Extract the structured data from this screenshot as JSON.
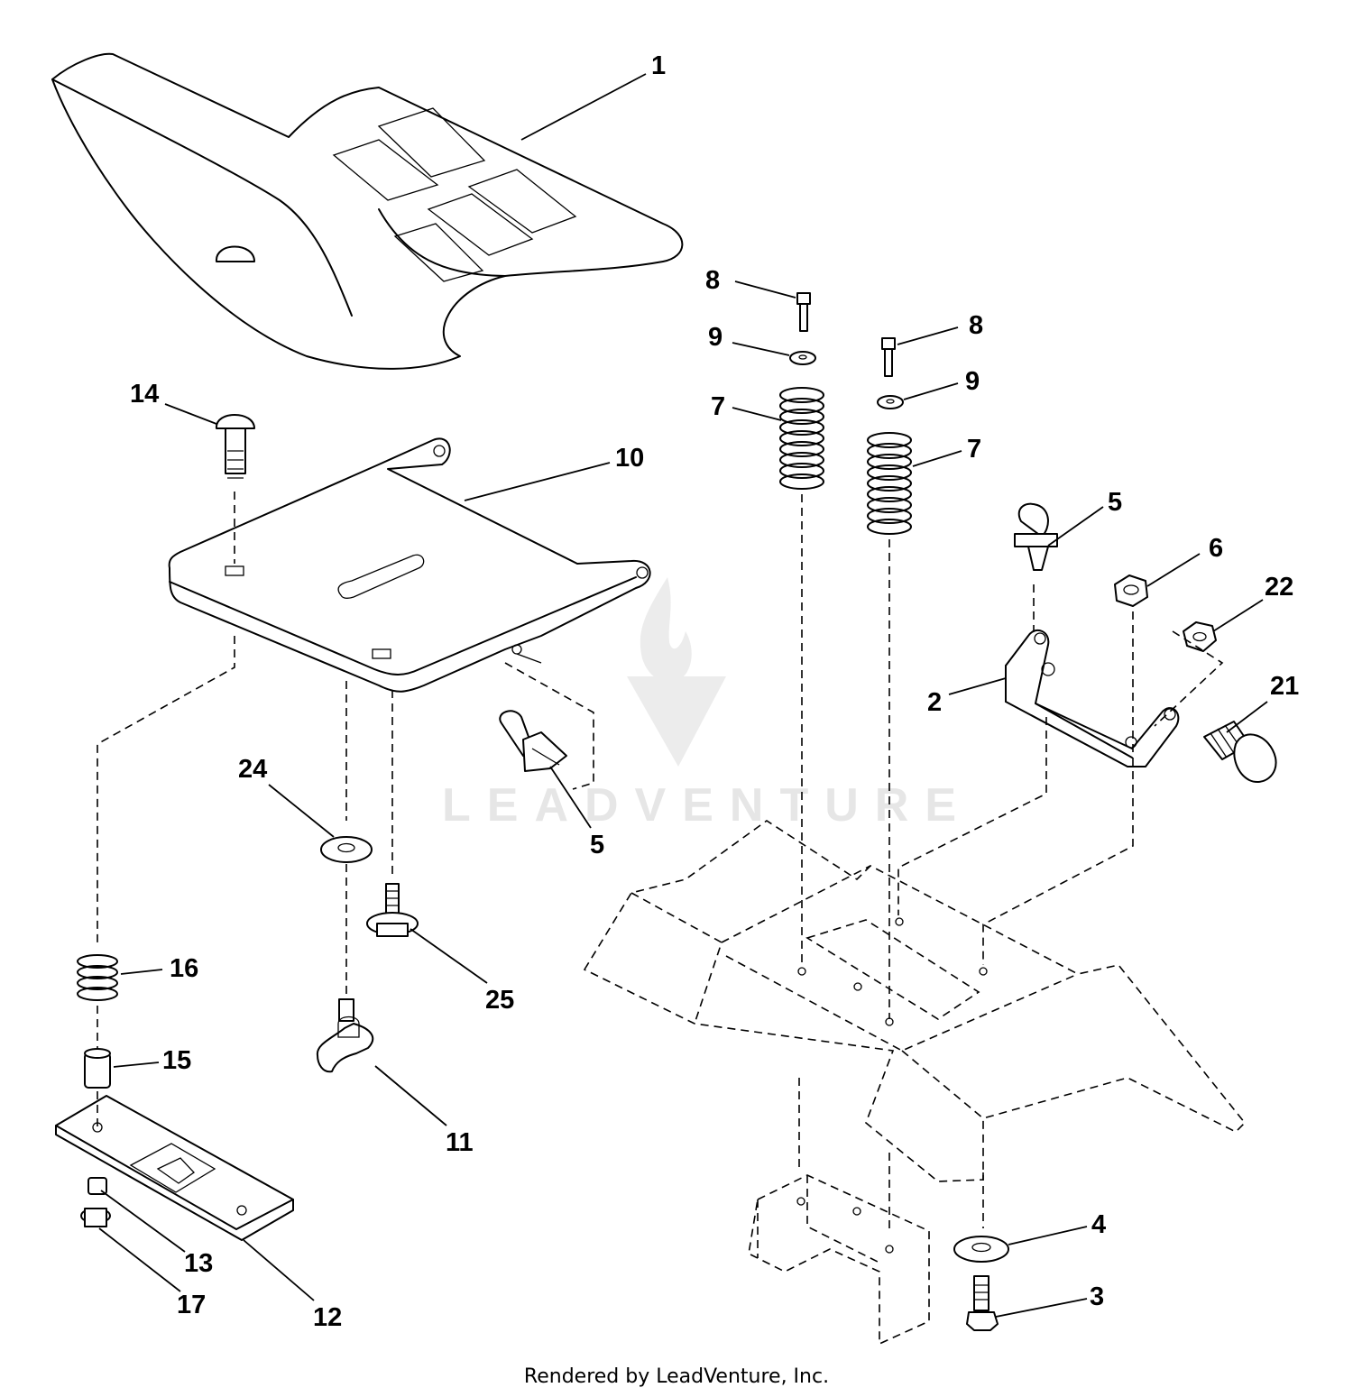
{
  "callouts": {
    "c1": "1",
    "c2": "2",
    "c3": "3",
    "c4": "4",
    "c5a": "5",
    "c5b": "5",
    "c6": "6",
    "c7a": "7",
    "c7b": "7",
    "c8a": "8",
    "c8b": "8",
    "c9a": "9",
    "c9b": "9",
    "c10": "10",
    "c11": "11",
    "c12": "12",
    "c13": "13",
    "c14": "14",
    "c15": "15",
    "c16": "16",
    "c17": "17",
    "c21": "21",
    "c22": "22",
    "c24": "24",
    "c25": "25"
  },
  "watermark": {
    "text": "LEADVENTURE"
  },
  "footer": {
    "credit": "Rendered by LeadVenture, Inc."
  }
}
